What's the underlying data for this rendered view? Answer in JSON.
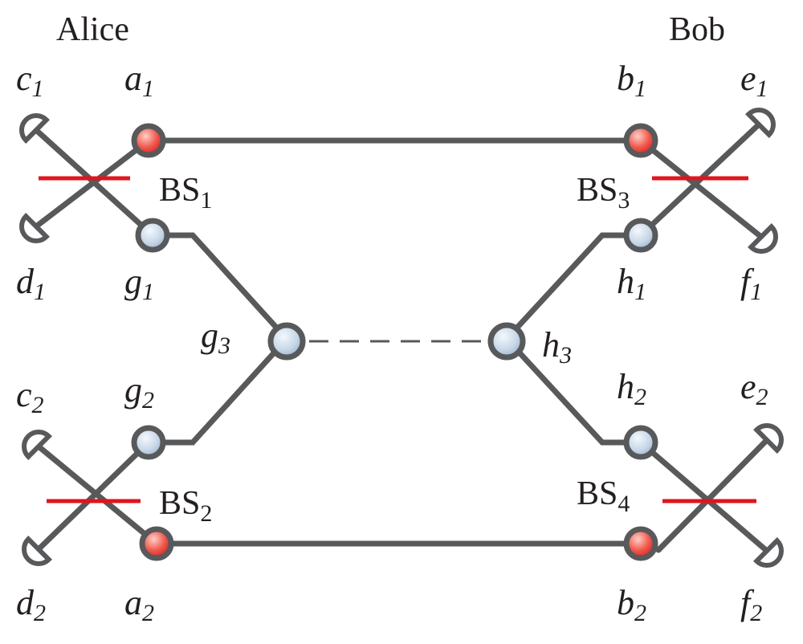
{
  "parties": {
    "alice": "Alice",
    "bob": "Bob"
  },
  "modes": {
    "c1": {
      "base": "c",
      "sub": "1"
    },
    "a1": {
      "base": "a",
      "sub": "1"
    },
    "b1": {
      "base": "b",
      "sub": "1"
    },
    "e1": {
      "base": "e",
      "sub": "1"
    },
    "d1": {
      "base": "d",
      "sub": "1"
    },
    "g1": {
      "base": "g",
      "sub": "1"
    },
    "h1": {
      "base": "h",
      "sub": "1"
    },
    "f1": {
      "base": "f",
      "sub": "1"
    },
    "g3": {
      "base": "g",
      "sub": "3"
    },
    "h3": {
      "base": "h",
      "sub": "3"
    },
    "c2": {
      "base": "c",
      "sub": "2"
    },
    "g2": {
      "base": "g",
      "sub": "2"
    },
    "h2": {
      "base": "h",
      "sub": "2"
    },
    "e2": {
      "base": "e",
      "sub": "2"
    },
    "d2": {
      "base": "d",
      "sub": "2"
    },
    "a2": {
      "base": "a",
      "sub": "2"
    },
    "b2": {
      "base": "b",
      "sub": "2"
    },
    "f2": {
      "base": "f",
      "sub": "2"
    }
  },
  "splitters": {
    "bs1": {
      "base": "BS",
      "sub": "1"
    },
    "bs2": {
      "base": "BS",
      "sub": "2"
    },
    "bs3": {
      "base": "BS",
      "sub": "3"
    },
    "bs4": {
      "base": "BS",
      "sub": "4"
    }
  },
  "colors": {
    "line": "#58595b",
    "splitter": "#e0151c",
    "photon_a_b": "#e8302f",
    "photon_g_h": "#b8cde0",
    "text": "#231f20"
  }
}
